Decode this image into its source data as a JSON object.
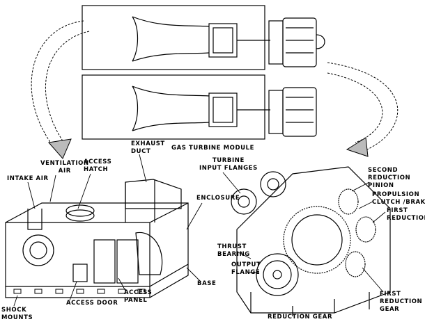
{
  "title": "GAS TURBINE MODULE",
  "module_labels": {
    "ventilation_air": [
      "VENTILATION",
      "AIR"
    ],
    "access_hatch": [
      "ACCESS",
      "HATCH"
    ],
    "exhaust_duct": [
      "EXHAUST",
      "DUCT"
    ],
    "intake_air": "INTAKE AIR",
    "enclosure": "ENCLOSURE",
    "access_door": "ACCESS DOOR",
    "access_panel": [
      "ACCESS",
      "PANEL"
    ],
    "base": "BASE",
    "shock_mounts": [
      "SHOCK",
      "MOUNTS"
    ]
  },
  "gear_labels": {
    "title": "REDUCTION GEAR",
    "turbine_input_flanges": [
      "TURBINE",
      "INPUT FLANGES"
    ],
    "second_reduction_pinion": [
      "SECOND",
      "REDUCTION",
      "PINION"
    ],
    "propulsion_clutch_brake": [
      "PROPULSION",
      "CLUTCH /BRAKE"
    ],
    "first_reduction": [
      "FIRST",
      "REDUCTION"
    ],
    "thrust_bearing": [
      "THRUST",
      "BEARING"
    ],
    "output_flange": [
      "OUTPUT",
      "FLANGE"
    ],
    "first_reduction_gear": [
      "FIRST",
      "REDUCTION",
      "GEAR"
    ]
  }
}
